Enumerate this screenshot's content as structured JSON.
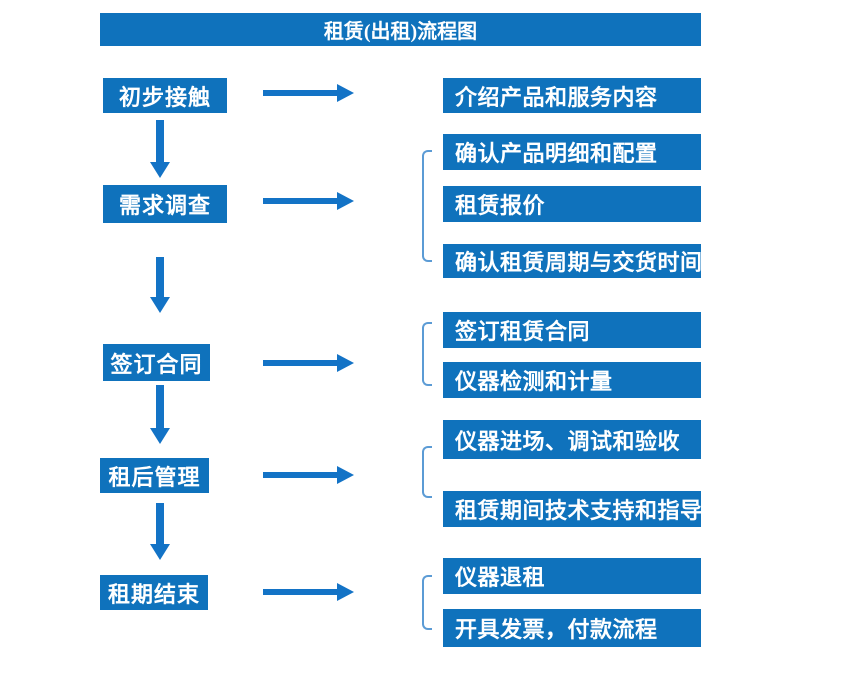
{
  "title": "租赁(出租)流程图",
  "colors": {
    "box_blue": "#0f72bc",
    "arrow_blue": "#1373c6",
    "bracket_blue": "#5b9bd5",
    "text_white": "#ffffff",
    "background": "#ffffff"
  },
  "stages": [
    {
      "label": "初步接触"
    },
    {
      "label": "需求调查"
    },
    {
      "label": "签订合同"
    },
    {
      "label": "租后管理"
    },
    {
      "label": "租期结束"
    }
  ],
  "details": [
    {
      "label": "介绍产品和服务内容",
      "stage": "初步接触"
    },
    {
      "label": "确认产品明细和配置",
      "stage": "需求调查"
    },
    {
      "label": "租赁报价",
      "stage": "需求调查"
    },
    {
      "label": "确认租赁周期与交货时间",
      "stage": "需求调查"
    },
    {
      "label": "签订租赁合同",
      "stage": "签订合同"
    },
    {
      "label": "仪器检测和计量",
      "stage": "签订合同"
    },
    {
      "label": "仪器进场、调试和验收",
      "stage": "租后管理"
    },
    {
      "label": "租赁期间技术支持和指导",
      "stage": "租后管理"
    },
    {
      "label": "仪器退租",
      "stage": "租期结束"
    },
    {
      "label": "开具发票，付款流程",
      "stage": "租期结束"
    }
  ]
}
